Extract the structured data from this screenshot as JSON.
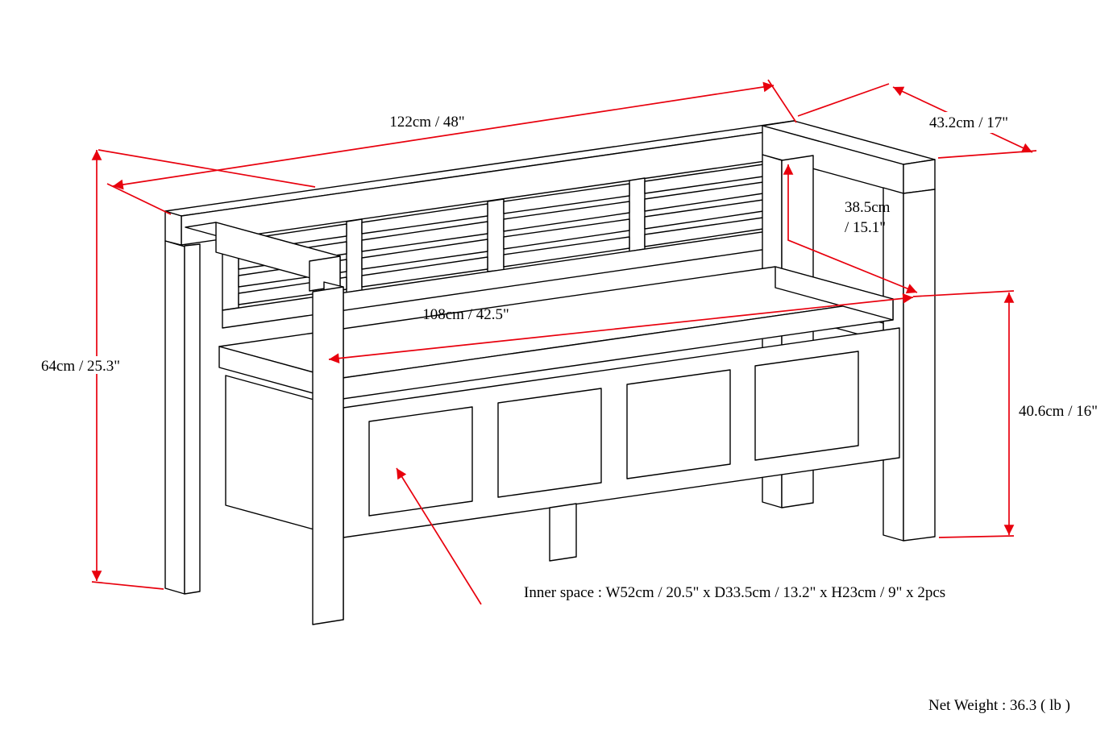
{
  "colors": {
    "dimension_line": "#e8000d",
    "drawing_line": "#000000",
    "background": "#ffffff"
  },
  "labels": {
    "overall_width": "122cm / 48\"",
    "overall_depth": "43.2cm / 17\"",
    "arm_height_line1": "38.5cm",
    "arm_height_line2": "/ 15.1\"",
    "overall_height": "64cm / 25.3\"",
    "seat_width": "108cm / 42.5\"",
    "seat_height": "40.6cm / 16\"",
    "inner_space_note": "Inner space : W52cm / 20.5\" x D33.5cm / 13.2\" x H23cm / 9\" x 2pcs",
    "net_weight_note": "Net Weight : 36.3 ( lb )"
  }
}
